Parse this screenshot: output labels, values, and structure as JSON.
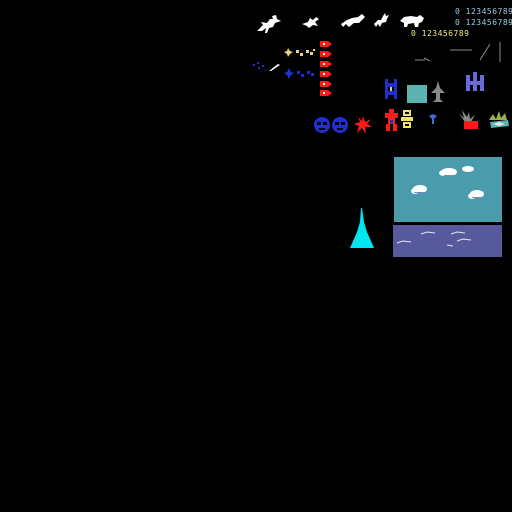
{
  "sheet": {
    "digit_strip_top": "0 123456789",
    "digit_strip_middle": "0 123456789",
    "digit_strip_yellow": "0 123456789"
  },
  "colors": {
    "background": "#000000",
    "white": "#ffffff",
    "digit_blue": "#a4c4e4",
    "digit_teal": "#9ad0e0",
    "digit_yellow": "#f0f080",
    "red": "#ff1a1a",
    "blue": "#2030d0",
    "cyan": "#00e6f0",
    "sky": "#4a9bac",
    "sea": "#565a9c",
    "tan": "#e4d48a",
    "gray": "#8a8a8a",
    "teal_block": "#5cb4b0"
  },
  "sprites": [
    "running-horse-rider-icon",
    "small-bird-icon",
    "charging-beast-icon",
    "leaping-deer-icon",
    "bear-icon",
    "tiny-blue-sparks-icon",
    "white-streak-icon",
    "yellow-star-pickups-icon",
    "blue-star-pickups-icon",
    "red-segment-stack-icon",
    "blue-gear-icon",
    "teal-square-tile",
    "gray-jet-icon",
    "purple-castle-icon",
    "red-robot-icon",
    "yellow-robot-icon",
    "blue-marker-icon",
    "gray-spider-red-icon",
    "turtle-splash-icon",
    "blue-faces-icon",
    "red-burst-icon",
    "cyan-spire-icon",
    "sky-clouds-panel",
    "sea-waves-panel",
    "gray-lines-icon"
  ]
}
